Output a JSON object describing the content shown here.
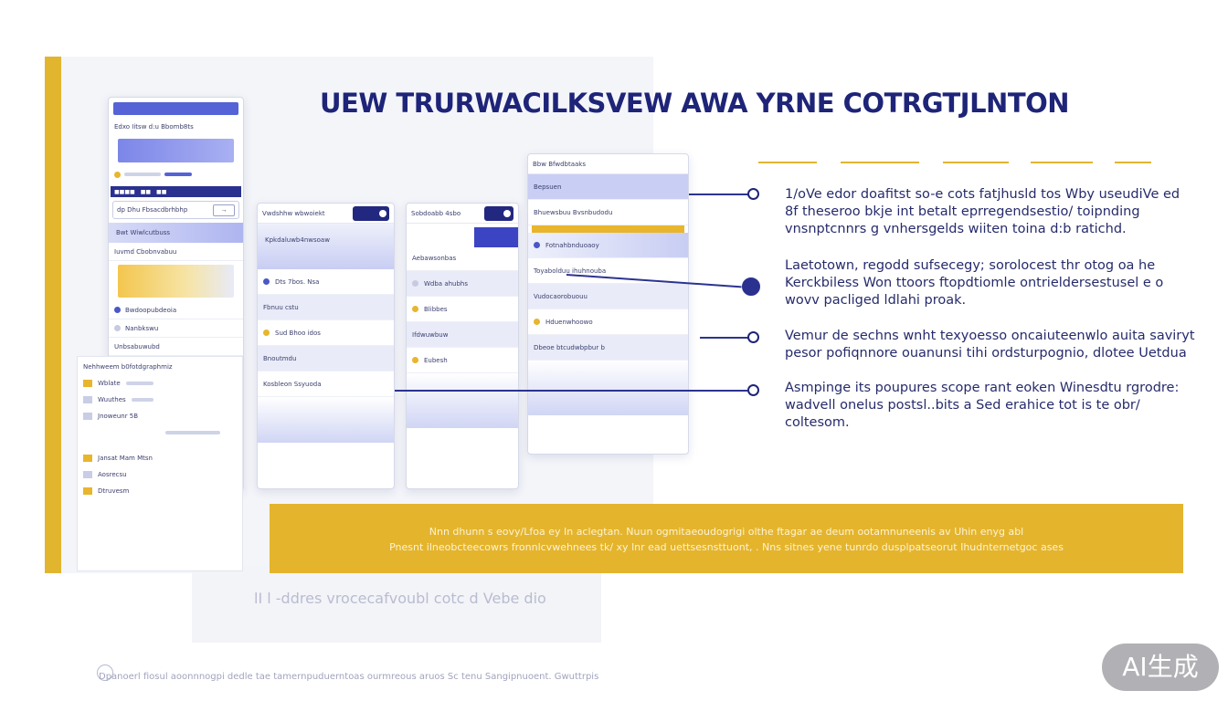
{
  "title": "UEW TRURWACILKSVEW AWA YRNE COTRGTJLNTON",
  "phone_a": {
    "row1": "Edxo Iitsw   d:u Bbomb8ts",
    "row2": "dp   Dhu Fbsacdbrhbhp",
    "search_btn": "→",
    "row3": "Bwt    Wiwlcutbuss",
    "row4": "Iuvmd     Cbobnvabuu",
    "row5": "Bwdoopubdeoia",
    "row6": "Nanbkswu",
    "row7": "Unbsabuwubd"
  },
  "doc_sheet": {
    "heading": "Nehhweem b0fotdgraphmiz",
    "rows": [
      "Wblate",
      "Wuuthes",
      "Jnoweunr 5B",
      "Jansat Mam Mtsn",
      "Aosrecsu",
      "Dtruvesm"
    ]
  },
  "phone_b": {
    "header": "Vwdshhw wbwoiekt",
    "sub": "Kpkdaluwb4nwsoaw",
    "row1": "Dts 7bos. Nsa",
    "row2": "Fbnuu cstu",
    "row3": "Sud Bhoo idos",
    "row4": "Bnoutmdu",
    "row5": "Kosbleon  Ssyuoda"
  },
  "phone_c": {
    "header": "Sobdoabb 4sbo",
    "row1": "Aebawsonbas",
    "row2": "Wdba ahubhs",
    "row3": "Blibbes",
    "row4": "Ifdwuwbuw",
    "row5": "Eubesh"
  },
  "phone_d": {
    "header": "Bbw Bfwdbtaaks",
    "row1": "Bepsuen",
    "row2": "Bhuewsbuu Bvsnbudodu",
    "row3": "Fotnahbnduoaoy",
    "row4": "Toyabolduu ihuhnouba",
    "row5": "Vudocaorobuouu",
    "row6": "Hduenwhoowo",
    "row7": "Dbeoe btcudwbpbur b"
  },
  "paragraphs": [
    "1/oVe  edor  doafitst  so-e  cots  fatjhusld  tos Wby  useudiVe  ed 8f  theseroo bkje  int  betalt  eprregendsestio/  toipnding vnsnptcnnrs g  vnhersgelds  wiiten  toina  d:b  ratichd.",
    "Laetotown, regodd  sufsecegy;  sorolocest  thr  otog  oa he Kerckbiless  Won  ttoors  ftopdtiomle  ontrieldersestusel e o wovv  pacliged  ldlahi  proak.",
    "Vemur  de  sechns  wnht  texyoesso  oncaiuteenwlo  auita  saviryt pesor  pofiqnnore ouanunsi  tihi  ordsturpognio,  dlotee  Uetdua",
    "Asmpinge  its  poupures  scope  rant eoken  Winesdtu  rgrodre: wadvell  onelus  postsl..bits a  Sed  erahice tot  is  te  obr/ coltesom."
  ],
  "banner": {
    "line1": "Nnn dhunn s eovy/Lfoa  ey  In  aclegtan. Nuun  ogmitaeoudogrigi  olthe  ftagar  ae  deum  ootamnuneenis  av  Uhin  enyg abl",
    "line2": "Pnesnt  ilneobcteecowrs  fronnlcvwehnees  tk/ xy  lnr  ead  uettsesnsttuont,  .   Nns  sitnes  yene  tunrdo  dusplpatseorut  Ihudnternetgoc  ases"
  },
  "caption": "lI l -ddres vrocecafvoubl  cotc   d Vebe dio",
  "footer": "Dpanoerl  fiosul   aoonnnogpi dedle tae tamernpuduerntoas    ourmreous    aruos    Sc  tenu Sangipnuoent.    Gwuttrpis",
  "watermark": "AI生成",
  "colors": {
    "navy": "#1e2478",
    "gold": "#e4b42d",
    "accent": "#5563d6"
  }
}
